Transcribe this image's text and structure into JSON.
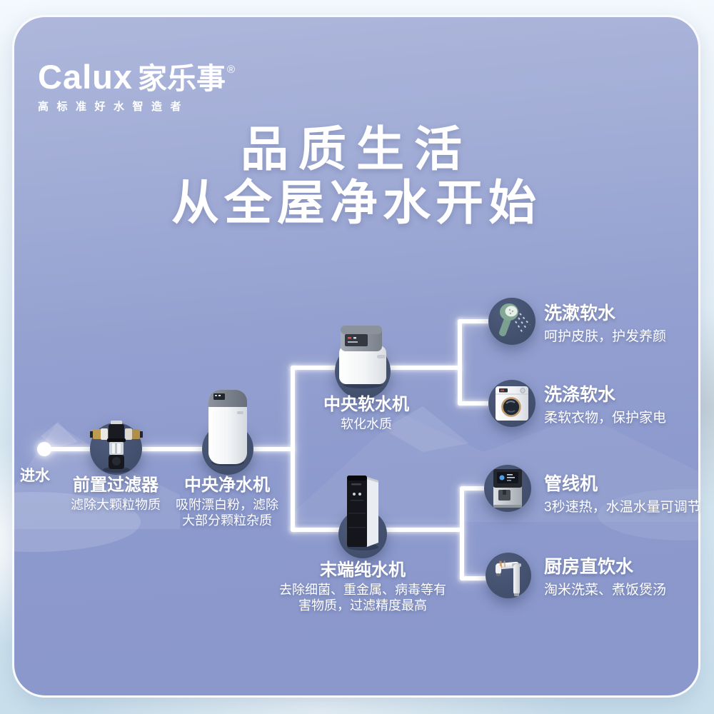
{
  "brand": {
    "logo_latin": "Calux",
    "logo_cn": "家乐事",
    "reg": "®",
    "tagline": "高标准好水智造者"
  },
  "title": {
    "line1": "品质生活",
    "line2": "从全屋净水开始"
  },
  "flow": {
    "inlet_label": "进水",
    "stages": [
      {
        "id": "prefilter",
        "name": "前置过滤器",
        "desc": [
          "滤除大颗粒物质"
        ],
        "icon": "prefilter-device-icon"
      },
      {
        "id": "central-purifier",
        "name": "中央净水机",
        "desc": [
          "吸附漂白粉，滤除",
          "大部分颗粒杂质"
        ],
        "icon": "central-purifier-device-icon"
      },
      {
        "id": "central-softener",
        "name": "中央软水机",
        "desc": [
          "软化水质"
        ],
        "icon": "central-softener-device-icon"
      },
      {
        "id": "terminal-purifier",
        "name": "末端纯水机",
        "desc": [
          "去除细菌、重金属、病毒等有",
          "害物质，过滤精度最高"
        ],
        "icon": "terminal-purifier-device-icon"
      }
    ],
    "outputs": [
      {
        "id": "washing-soft-water",
        "name": "洗漱软水",
        "desc": "呵护皮肤，护发养颜",
        "icon": "shower-head-icon"
      },
      {
        "id": "laundry-soft-water",
        "name": "洗涤软水",
        "desc": "柔软衣物，保护家电",
        "icon": "washing-machine-icon"
      },
      {
        "id": "pipeline-machine",
        "name": "管线机",
        "desc": "3秒速热，水温水量可调节",
        "icon": "water-dispenser-icon"
      },
      {
        "id": "kitchen-drinking-water",
        "name": "厨房直饮水",
        "desc": "淘米洗菜、煮饭煲汤",
        "icon": "faucet-icon"
      }
    ]
  },
  "colors": {
    "panel_top": "#aeb7db",
    "panel_bottom": "#8b98cc",
    "node_circle": "#43506e",
    "pipe": "#ffffff",
    "text": "#ffffff",
    "outer_top": "#f3f9fd",
    "outer_bottom": "#c8dfeb"
  }
}
